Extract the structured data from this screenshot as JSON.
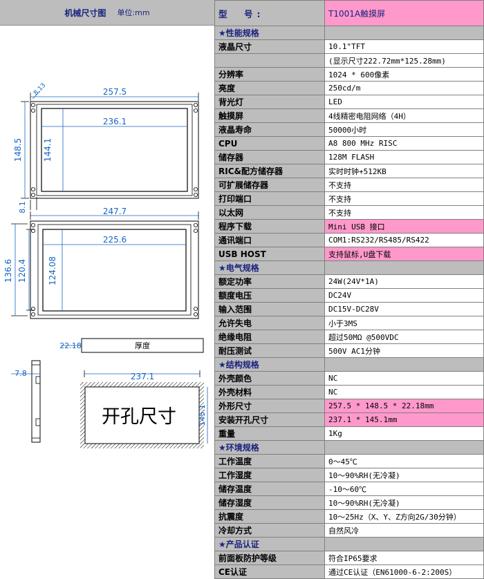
{
  "drawing": {
    "title": "机械尺寸图",
    "unit": "单位:mm",
    "front_view": {
      "chamfer": "8.13",
      "outer_width": "257.5",
      "active_width": "236.1",
      "outer_height": "148.5",
      "active_height": "144.1",
      "offset": "8.1"
    },
    "back_view": {
      "outer_width": "247.7",
      "active_width": "225.6",
      "outer_height": "136.6",
      "inner_height": "120.4",
      "active_height": "124.08"
    },
    "thickness": {
      "value": "22.18",
      "label": "厚度"
    },
    "side_view": {
      "depth": "7.8"
    },
    "cutout": {
      "width": "237.1",
      "height": "145.1",
      "label": "开孔尺寸"
    }
  },
  "spec": {
    "rows": [
      {
        "label": "型　号:",
        "value": "T1001A触摸屏",
        "kind": "model",
        "pink": true
      },
      {
        "label": "★性能规格",
        "value": "",
        "kind": "section"
      },
      {
        "label": "液晶尺寸",
        "value": "10.1\"TFT"
      },
      {
        "label": "",
        "value": "(显示尺寸222.72mm*125.28mm)"
      },
      {
        "label": "分辨率",
        "value": "1024 * 600像素"
      },
      {
        "label": "亮度",
        "value": "250cd/m"
      },
      {
        "label": "背光灯",
        "value": "LED"
      },
      {
        "label": "触摸屏",
        "value": "4线精密电阻网络（4H）"
      },
      {
        "label": "液晶寿命",
        "value": "50000小时"
      },
      {
        "label": "CPU",
        "value": "A8 800 MHz RISC"
      },
      {
        "label": "储存器",
        "value": "128M FLASH"
      },
      {
        "label": "RIC&配方储存器",
        "value": "实时时钟+512KB"
      },
      {
        "label": "可扩展储存器",
        "value": "不支持"
      },
      {
        "label": "打印端口",
        "value": "不支持"
      },
      {
        "label": "以太网",
        "value": "不支持"
      },
      {
        "label": "程序下载",
        "value": "Mini USB 接口",
        "pink": true
      },
      {
        "label": "通讯端口",
        "value": "COM1:RS232/RS485/RS422"
      },
      {
        "label": "USB HOST",
        "value": "支持鼠标,U盘下载",
        "pink": true
      },
      {
        "label": "★电气规格",
        "value": "",
        "kind": "section"
      },
      {
        "label": "额定功率",
        "value": "24W(24V*1A)"
      },
      {
        "label": "额度电压",
        "value": "DC24V"
      },
      {
        "label": "输入范围",
        "value": "DC15V-DC28V"
      },
      {
        "label": "允许失电",
        "value": "小于3MS"
      },
      {
        "label": "绝缘电阻",
        "value": "超过50MΩ @500VDC"
      },
      {
        "label": "耐压测试",
        "value": "500V AC1分钟"
      },
      {
        "label": "★结构规格",
        "value": "",
        "kind": "section"
      },
      {
        "label": "外壳颜色",
        "value": "NC"
      },
      {
        "label": "外壳材料",
        "value": "NC"
      },
      {
        "label": "外形尺寸",
        "value": "257.5 * 148.5 * 22.18mm",
        "pink": true
      },
      {
        "label": "安装开孔尺寸",
        "value": "237.1 * 145.1mm",
        "pink": true
      },
      {
        "label": "重量",
        "value": "1Kg"
      },
      {
        "label": "★环境规格",
        "value": "",
        "kind": "section"
      },
      {
        "label": "工作温度",
        "value": "0～45℃"
      },
      {
        "label": "工作湿度",
        "value": "10～90%RH(无冷凝)"
      },
      {
        "label": "储存温度",
        "value": "-10～60℃"
      },
      {
        "label": "储存湿度",
        "value": "10～90%RH(无冷凝)"
      },
      {
        "label": "抗震度",
        "value": "10～25Hz（X、Y、Z方向2G/30分钟）"
      },
      {
        "label": "冷却方式",
        "value": "自然风冷"
      },
      {
        "label": "★产品认证",
        "value": "",
        "kind": "section"
      },
      {
        "label": "前面板防护等级",
        "value": "符合IP65要求"
      },
      {
        "label": "CE认证",
        "value": "通过CE认证（EN61000-6-2:200S）"
      }
    ]
  },
  "colors": {
    "header_bg": "#bdbdbd",
    "highlight": "#ff99cc",
    "section_text": "#1a237e"
  }
}
